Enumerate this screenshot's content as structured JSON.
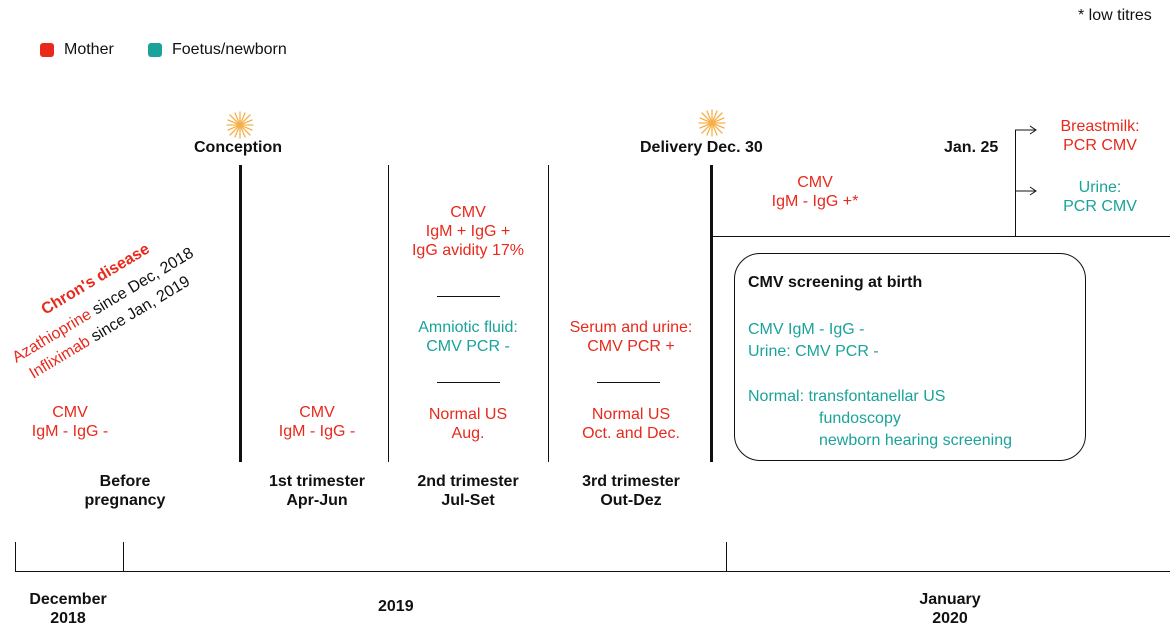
{
  "note": "* low titres",
  "legend": {
    "mother": {
      "label": "Mother",
      "color": "#e8291c"
    },
    "foetus": {
      "label": "Foetus/newborn",
      "color": "#1aa39a"
    }
  },
  "events": {
    "conception": "Conception",
    "delivery": "Delivery Dec. 30",
    "jan25": "Jan. 25"
  },
  "postnatal": {
    "breastmilk": [
      "Breastmilk:",
      "PCR CMV"
    ],
    "urine": [
      "Urine:",
      "PCR CMV"
    ],
    "mother_serology": [
      "CMV",
      "IgM - IgG +*"
    ]
  },
  "history": {
    "disease": "Chron's disease",
    "drug1_name": "Azathioprine",
    "drug1_since": " since Dec, 2018",
    "drug2_name": "Infliximab",
    "drug2_since": " since Jan, 2019"
  },
  "columns": {
    "before": {
      "serology": [
        "CMV",
        "IgM - IgG -"
      ],
      "label": [
        "Before",
        "pregnancy"
      ]
    },
    "t1": {
      "serology": [
        "CMV",
        "IgM - IgG -"
      ],
      "label": [
        "1st trimester",
        "Apr-Jun"
      ]
    },
    "t2": {
      "serology": [
        "CMV",
        "IgM + IgG +",
        "IgG avidity 17%"
      ],
      "amniotic": [
        "Amniotic fluid:",
        "CMV PCR -"
      ],
      "us": [
        "Normal US",
        "Aug."
      ],
      "label": [
        "2nd trimester",
        "Jul-Set"
      ]
    },
    "t3": {
      "pcr": [
        "Serum and urine:",
        "CMV PCR +"
      ],
      "us": [
        "Normal US",
        "Oct. and Dec."
      ],
      "label": [
        "3rd trimester",
        "Out-Dez"
      ]
    }
  },
  "screening": {
    "title": "CMV screening at birth",
    "serology": "CMV IgM - IgG -",
    "urine": "Urine: CMV PCR -",
    "normal_lines": [
      "Normal: transfontanellar US",
      "fundoscopy",
      "newborn hearing screening"
    ]
  },
  "timeline": {
    "dec2018": [
      "December",
      "2018"
    ],
    "y2019": "2019",
    "jan2020": [
      "January",
      "2020"
    ]
  }
}
